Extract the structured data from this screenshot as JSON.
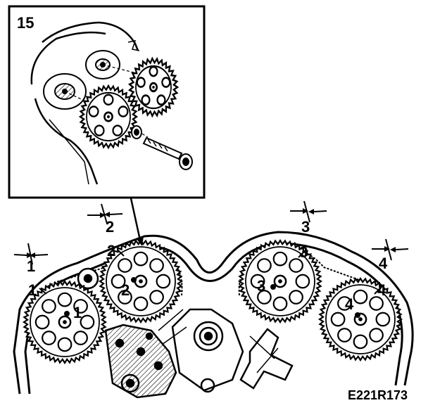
{
  "inset": {
    "label": "15"
  },
  "reference": "E221R173",
  "gears": [
    {
      "gear_label": "1",
      "center_label": "1",
      "bracket_label": "1"
    },
    {
      "gear_label": "2",
      "center_label": "2",
      "bracket_label": "2"
    },
    {
      "gear_label": "3",
      "center_label": "3",
      "bracket_label": "3"
    },
    {
      "gear_label": "4",
      "center_label": "4",
      "bracket_label": "4"
    }
  ],
  "colors": {
    "ink": "#000000",
    "paper": "#ffffff"
  },
  "icons": [
    "camshaft-sprocket-icon",
    "bolt-icon",
    "washer-icon"
  ]
}
